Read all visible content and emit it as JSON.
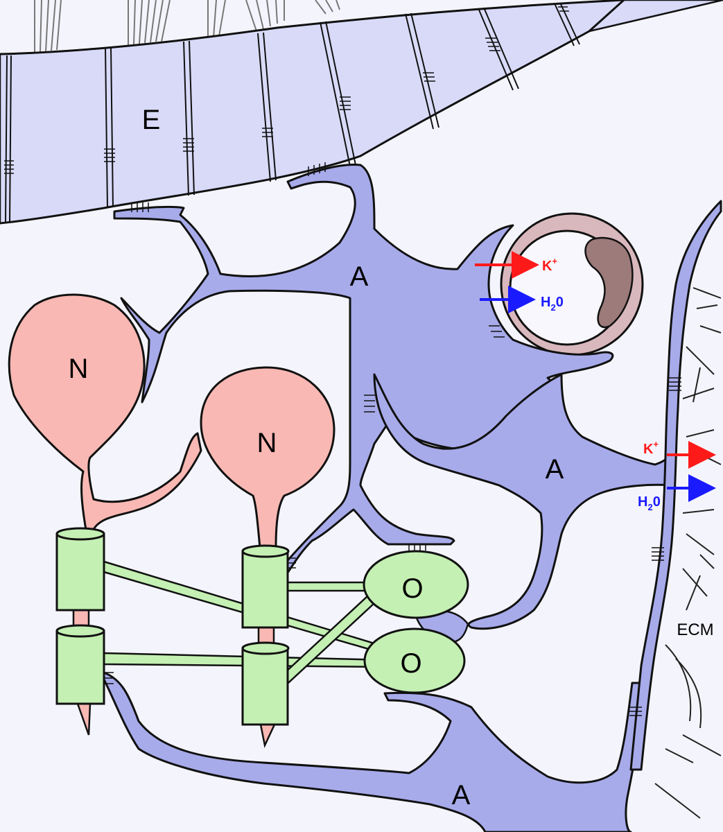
{
  "labels": {
    "ependyma": "E",
    "astrocyte_1": "A",
    "astrocyte_2": "A",
    "astrocyte_3": "A",
    "neuron_1": "N",
    "neuron_2": "N",
    "oligodendrocyte_1": "O",
    "oligodendrocyte_2": "O",
    "extracellular_matrix": "ECM"
  },
  "transport_vessel": {
    "potassium": "K",
    "potassium_charge": "+",
    "water_h": "H",
    "water_sub": "2",
    "water_o": "0"
  },
  "transport_ecm": {
    "potassium": "K",
    "potassium_charge": "+",
    "water_h": "H",
    "water_sub": "2",
    "water_o": "0"
  },
  "colors": {
    "background": "#f4f4fc",
    "ependymal_cell": "#d8daf8",
    "astrocyte": "#a7abea",
    "neuron": "#f9b8b3",
    "oligodendrocyte": "#c4f0b3",
    "vessel_wall": "#d9b8bd",
    "red_blood_cell": "#9c7b7a",
    "potassium_arrow": "#ff1a1a",
    "water_arrow": "#1a1aff",
    "outline": "#111111"
  }
}
